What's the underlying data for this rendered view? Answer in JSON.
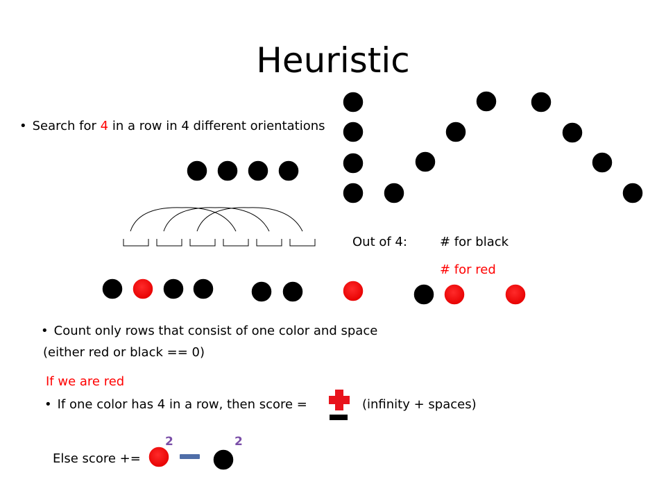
{
  "slide": {
    "title": "Heuristic",
    "bullet1": {
      "before": "Search for ",
      "highlight": "4",
      "after": " in a row in 4 different orientations"
    },
    "out_of_label": "Out of 4:",
    "for_black": "# for black",
    "for_red": "# for red",
    "bullet2_line1": "Count only rows that consist of one color and space",
    "bullet2_line2": "(either red or black == 0)",
    "if_red": "If we are red",
    "bullet3": "If one color has 4 in a row, then score =",
    "infinity": "(infinity + spaces)",
    "else_label": "Else score +=",
    "exp_red": "2",
    "exp_black": "2"
  },
  "colors": {
    "black_piece": "#000000",
    "red_piece": "#ff0000",
    "highlight_text": "#ff0000",
    "plus_sign": "#e8141c",
    "minus_sign": "#4f6ea8",
    "exponent": "#7b4fa8"
  }
}
